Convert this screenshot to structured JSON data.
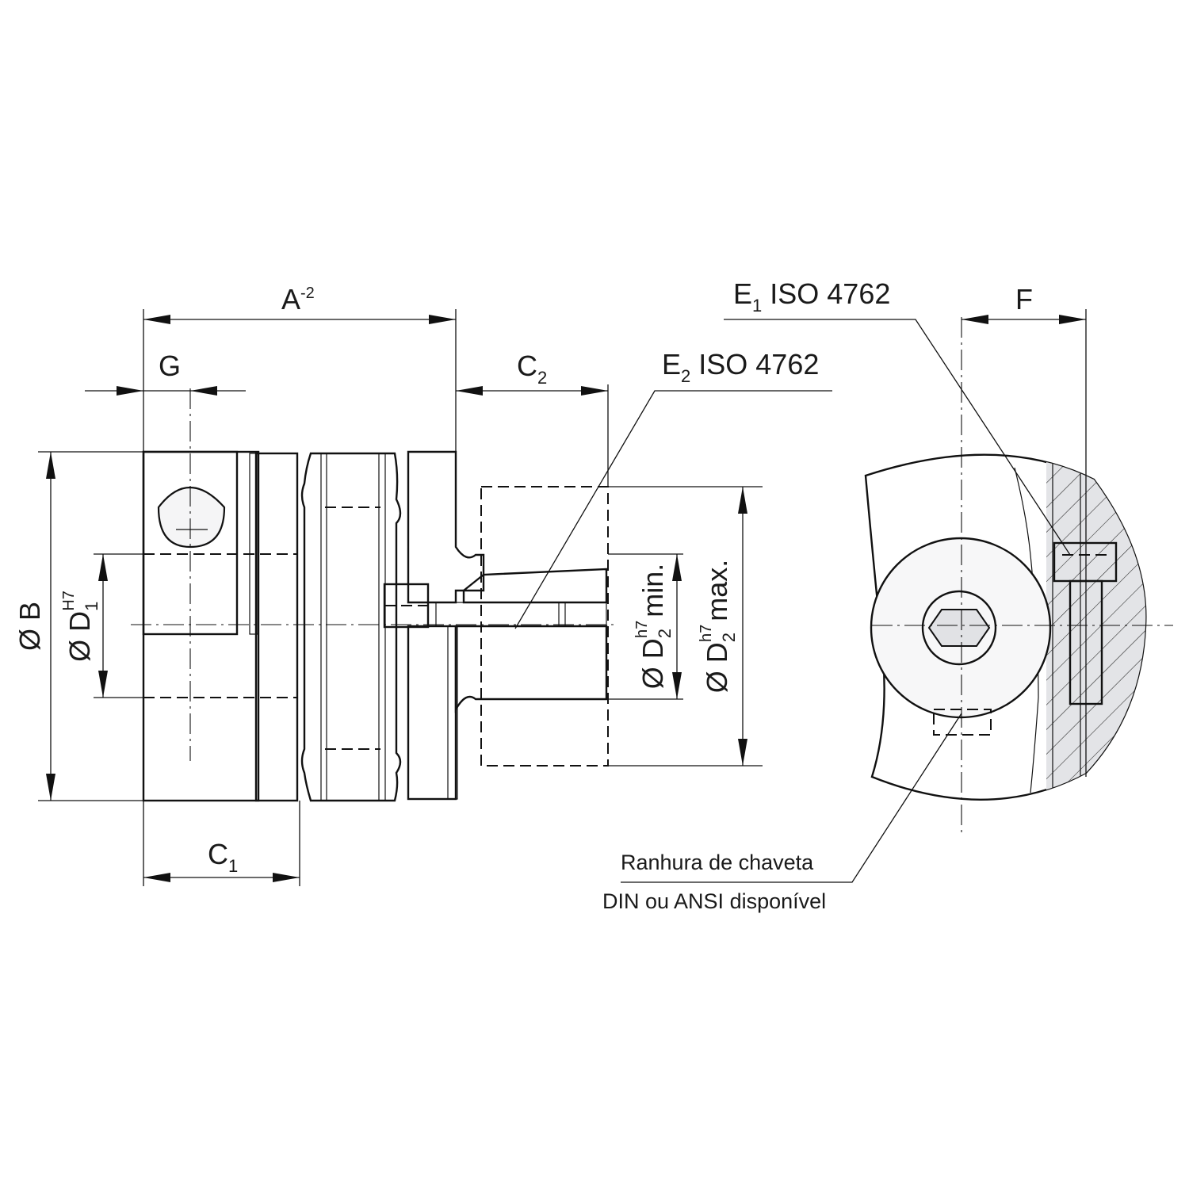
{
  "dimensions": {
    "A": {
      "base": "A",
      "sup": "-2"
    },
    "G": {
      "base": "G"
    },
    "C2": {
      "base": "C",
      "sub": "2"
    },
    "C1": {
      "base": "C",
      "sub": "1"
    },
    "F": {
      "base": "F"
    },
    "B": {
      "text": "Ø B"
    },
    "D1": {
      "prefix": "Ø D",
      "sub": "1",
      "sup": "H7"
    },
    "D2min": {
      "prefix": "Ø D",
      "sub": "2",
      "sup": "h7",
      "suffix": "min."
    },
    "D2max": {
      "prefix": "Ø D",
      "sub": "2",
      "sup": "h7",
      "suffix": "max."
    }
  },
  "callouts": {
    "E1": {
      "base": "E",
      "sub": "1",
      "rest": "ISO 4762"
    },
    "E2": {
      "base": "E",
      "sub": "2",
      "rest": "ISO 4762"
    }
  },
  "note": {
    "line1": "Ranhura de chaveta",
    "line2": "DIN ou ANSI disponível"
  },
  "colors": {
    "line": "#111111",
    "metal_dark": "#4a4b50",
    "metal_mid": "#9a9ca3",
    "metal_light": "#e6e7ea"
  }
}
